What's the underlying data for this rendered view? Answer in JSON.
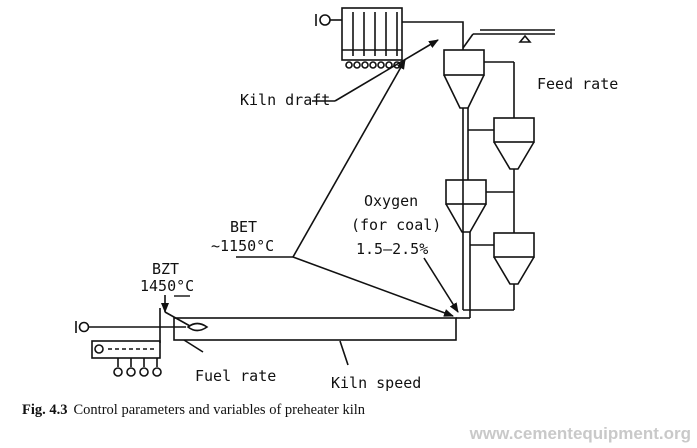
{
  "diagram": {
    "labels": {
      "kiln_draft": "Kiln draft",
      "feed_rate": "Feed rate",
      "bet": "BET",
      "bet_value": "~1150°C",
      "bzt": "BZT",
      "bzt_value": "1450°C",
      "oxygen": "Oxygen",
      "for_coal": "(for coal)",
      "oxygen_range": "1.5–2.5%",
      "fuel_rate": "Fuel rate",
      "kiln_speed": "Kiln speed"
    },
    "colors": {
      "line": "#111111",
      "background": "#ffffff"
    },
    "icons": [
      "fan-icon",
      "filter-icon",
      "cyclone-icon",
      "burner-icon",
      "arrow-icon"
    ]
  },
  "caption": {
    "figure_number": "Fig. 4.3",
    "text": "Control parameters and variables of preheater kiln"
  },
  "watermark": "www.cementequipment.org"
}
